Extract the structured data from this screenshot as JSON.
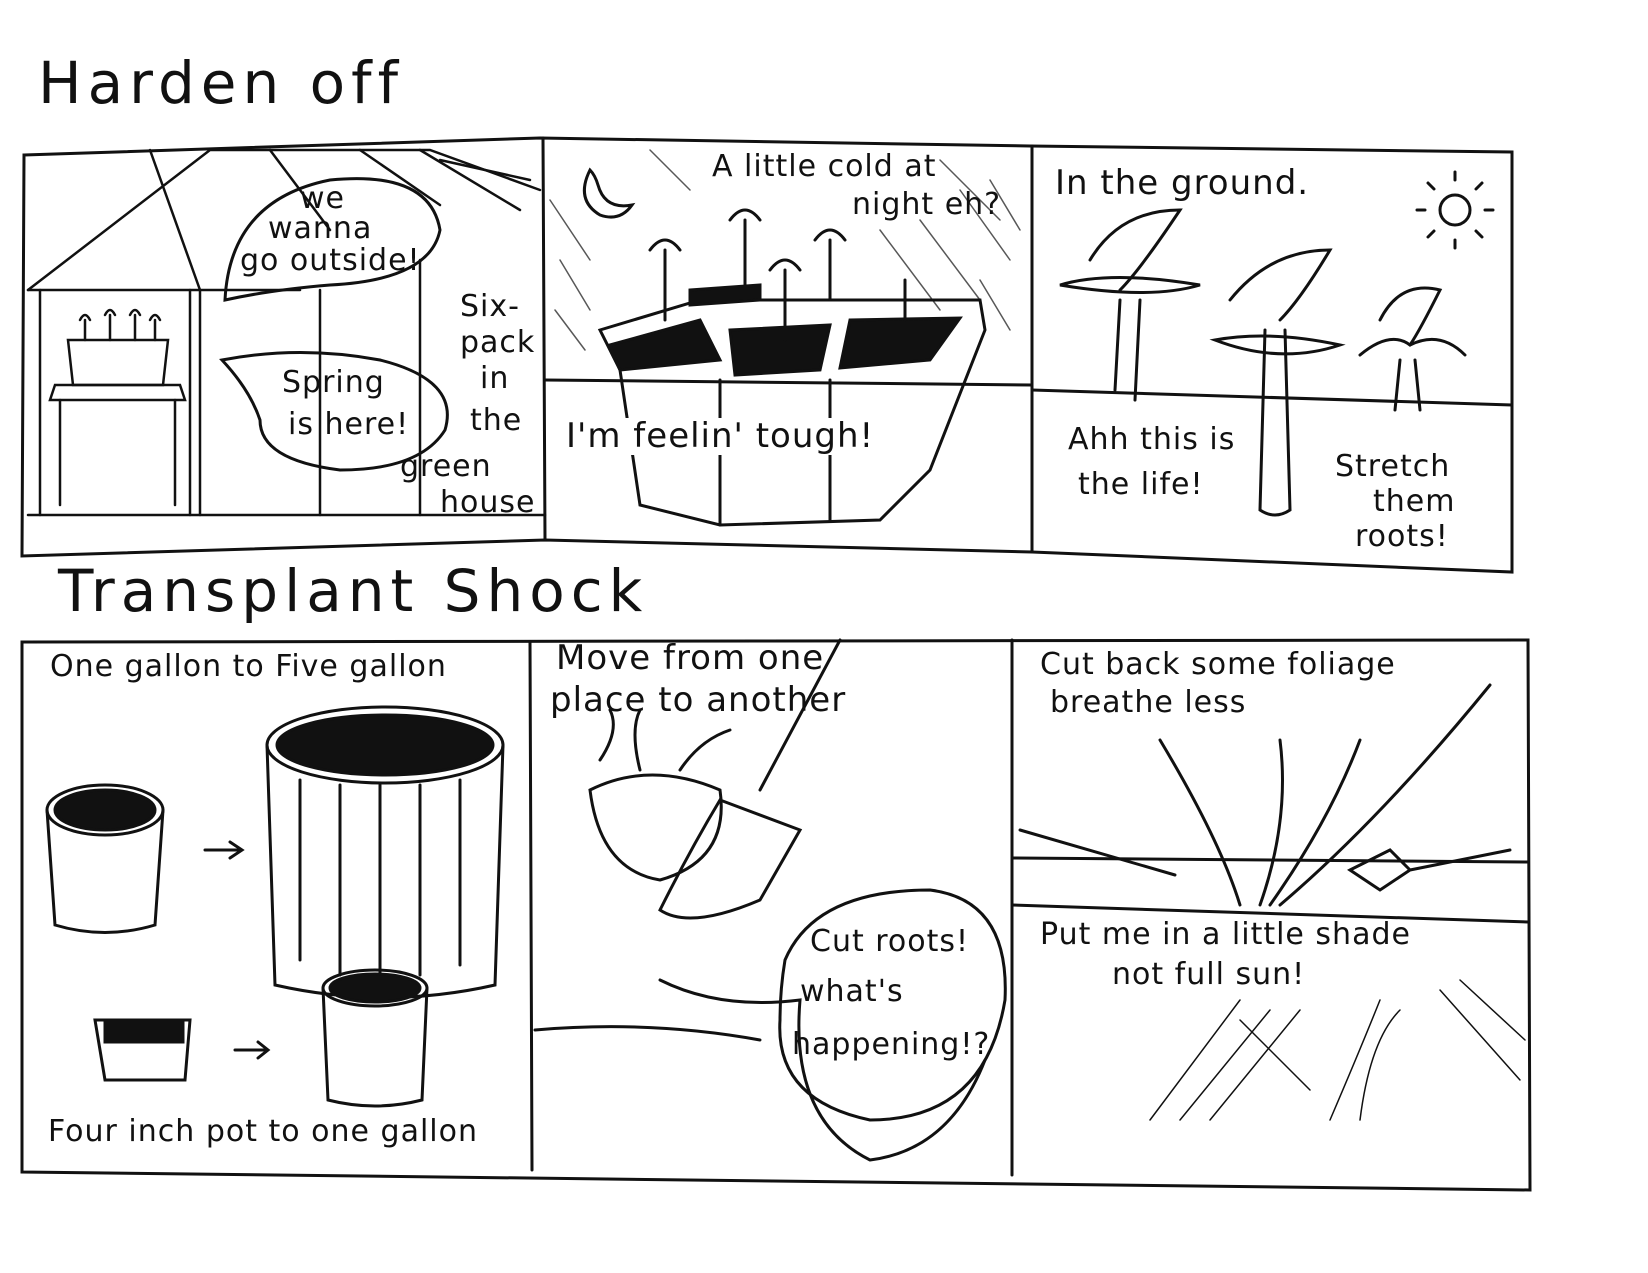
{
  "sections": [
    {
      "title": "Harden off",
      "panels": [
        {
          "bubble_1": [
            "we",
            "wanna",
            "go outside!"
          ],
          "bubble_2": [
            "Spring",
            "is here!"
          ],
          "caption": [
            "Six-",
            "pack",
            "in",
            "the",
            "green",
            "house"
          ]
        },
        {
          "caption_top": [
            "A little cold at",
            "night eh?"
          ],
          "caption_bottom": "I'm feelin' tough!"
        },
        {
          "caption_top": "In the ground.",
          "speech_1": [
            "Ahh this is",
            "the life!"
          ],
          "speech_2": [
            "Stretch",
            "them",
            "roots!"
          ]
        }
      ]
    },
    {
      "title": "Transplant Shock",
      "panels": [
        {
          "caption_top": "One gallon to Five gallon",
          "caption_bottom": "Four inch pot to one gallon"
        },
        {
          "caption_top": [
            "Move from one",
            "place to another"
          ],
          "bubble": [
            "Cut roots!",
            "what's",
            "happening!?"
          ]
        },
        {
          "caption_top": [
            "Cut back some foliage",
            "breathe less"
          ],
          "caption_bottom": [
            "Put me in a little shade",
            "not full sun!"
          ]
        }
      ]
    }
  ]
}
